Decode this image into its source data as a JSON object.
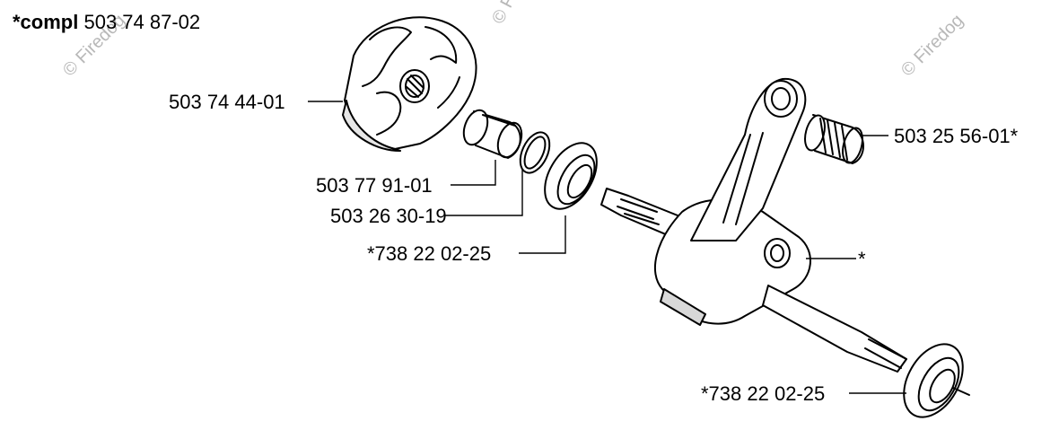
{
  "title": {
    "prefix": "*compl",
    "number": "503 74 87-02"
  },
  "watermark": "© Firedog",
  "labels": {
    "clutch": "503 74 44-01",
    "needle_bearing_big_end": "503 25 56-01*",
    "bearing_sleeve": "503 77 91-01",
    "o_ring": "503 26 30-19",
    "ball_bearing_upper": "*738 22 02-25",
    "crankshaft": "*",
    "ball_bearing_lower": "*738 22 02-25"
  }
}
